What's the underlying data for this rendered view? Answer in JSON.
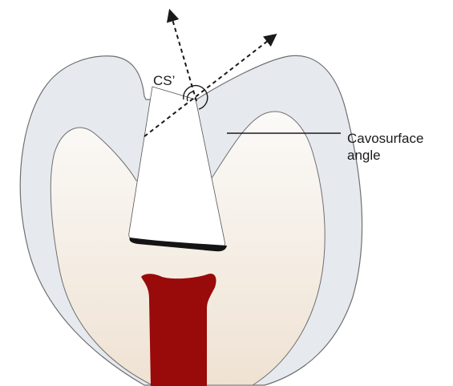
{
  "labels": {
    "cs_prime": "CS’",
    "cavosurface_line1": "Cavosurface",
    "cavosurface_line2": "angle"
  },
  "colors": {
    "enamel": "#e6e9ee",
    "enamel_outline": "#6f6f6f",
    "dentin_top": "#fbfaf8",
    "dentin_bottom": "#efe2d3",
    "pulp": "#990a0a",
    "preparation": "#ffffff",
    "liner": "#141414",
    "dashed_lines": "#1a1a1a",
    "leader_line": "#1a1a1a"
  }
}
